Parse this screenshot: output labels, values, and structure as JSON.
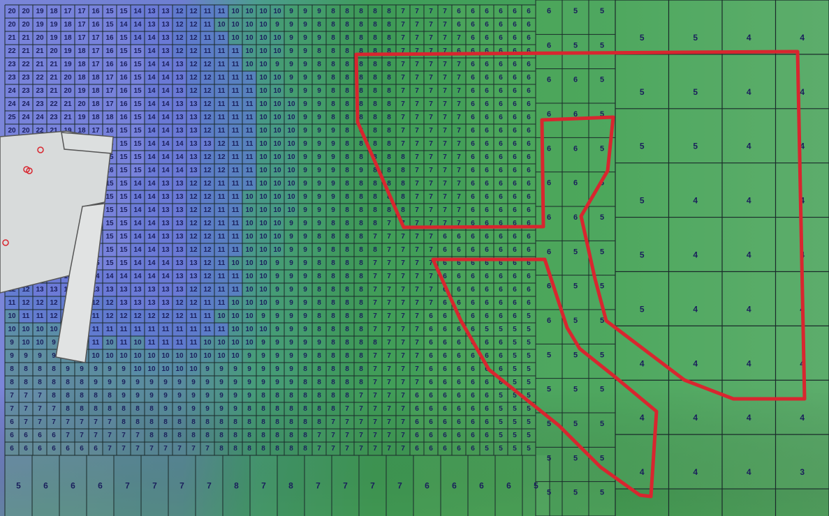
{
  "grid_fine": [
    "20 20 19 18 17 17 16 15 15 14 13 13 12 12 11 11 10 10 10 10 9 9 9 8 8 8 8 8 7 7 7 7 6 6 6 6 6 6",
    "20 20 19 19 18 17 16 15 14 14 13 13 12 12 11 10 10 10 10 9 9 9 8 8 8 8 8 8 7 7 7 7 6 6 6 6 6 6",
    "21 21 20 19 18 17 17 16 15 14 14 13 12 12 11 11 10 10 10 10 9 9 9 8 8 8 8 8 7 7 7 7 7 6 6 6 6 6",
    "22 21 21 20 19 18 17 16 15 15 14 13 12 12 11 11 11 10 10 10 9 9 8 8 8 8 8 8 7 7 7 7 6 6 6 6 6 6",
    "23 22 21 21 19 18 17 16 16 15 14 14 13 12 12 11 11 10 10 9 9 9 8 8 8 8 8 8 7 7 7 7 7 6 6 6 6 6",
    "23 23 22 21 20 18 18 17 16 15 14 14 13 12 12 11 11 11 10 10 9 9 9 8 8 8 8 8 7 7 7 7 7 6 6 6 6 6",
    "24 23 23 21 20 19 18 17 16 15 14 14 13 12 12 11 11 11 10 10 9 9 9 8 8 8 8 8 7 7 7 7 7 6 6 6 6 6",
    "24 24 23 22 21 20 18 17 16 15 14 14 13 13 12 11 11 11 10 10 10 9 9 8 8 8 8 8 7 7 7 7 7 6 6 6 6 6",
    "25 24 24 23 21 19 18 18 16 15 14 14 13 13 12 11 11 11 10 10 10 9 9 8 8 8 8 8 7 7 7 7 7 6 6 6 6 6",
    "20 20 22 21 19 18 17 16 15 15 14 14 13 13 12 11 11 11 10 10 10 9 9 9 8 8 8 8 7 7 7 7 7 6 6 6 6 6",
    "20 20 21 20 19 18 17 16 15 15 14 14 14 13 13 12 11 11 10 10 10 9 9 9 8 8 8 8 7 7 7 7 7 6 6 6 6 6",
    "19 19 20 19 18 17 16 15 15 15 14 14 14 13 12 12 11 11 10 10 10 9 9 9 8 8 8 8 8 7 7 7 7 6 6 6 6 6",
    "19 19 19 18 17 17 16 16 15 15 14 14 14 13 12 12 11 11 10 10 10 9 9 9 8 9 8 8 8 7 7 7 7 6 6 6 6 6",
    "18 18 18 18 17 17 16 15 15 14 14 13 13 12 12 11 11 11 10 10 10 9 9 9 8 8 8 8 8 7 7 7 7 6 6 6 6 6",
    "18 18 18 17 17 16 16 15 15 14 14 13 13 12 12 11 11 10 10 10 10 9 9 9 8 8 8 8 8 7 7 7 7 6 6 6 6 6",
    "17 17 17 17 17 16 16 15 15 14 14 13 13 12 12 11 11 10 10 10 10 9 9 9 8 8 8 8 8 7 7 7 7 6 6 6 6 6",
    "17 17 17 17 17 17 16 15 15 14 14 13 13 12 12 11 11 10 10 10 9 9 9 8 8 8 8 7 7 7 7 7 7 6 6 6 6 6",
    "16 16 16 16 16 16 16 15 15 14 14 13 13 12 12 11 11 10 10 10 9 9 8 8 8 8 7 7 7 7 7 6 6 6 6 6 6 6",
    "15 15 15 15 15 15 15 15 15 14 14 13 13 12 12 11 11 10 10 10 9 9 9 8 8 8 8 7 7 7 7 6 6 6 6 6 6 6",
    "12 14 14 14 14 14 15 15 15 14 14 14 13 13 12 11 10 10 10 9 9 9 8 8 8 8 7 7 7 7 7 6 6 6 6 6 6 6",
    "13 13 14 14 14 14 14 14 14 14 14 14 13 13 12 11 11 10 10 9 9 9 8 8 8 8 7 7 7 7 7 6 6 6 6 6 6 6",
    "12 12 13 13 13 13 13 13 13 13 13 13 13 12 12 11 11 10 10 9 9 9 8 8 8 8 7 7 7 7 7 6 6 6 6 6 6 6",
    "11 12 12 12 12 12 12 12 13 13 13 13 12 12 11 11 10 10 10 9 9 9 8 8 8 8 7 7 7 7 7 6 6 6 6 6 6 6",
    "10 11 11 12 11 11 11 12 12 12 12 12 12 11 11 10 10 10 9 9 9 9 8 8 8 8 7 7 7 7 6 6 6 6 6 6 6 5",
    "10 10 10 10 10 11 11 11 11 11 11 11 11 11 11 11 10 10 10 9 9 9 8 8 8 8 7 7 7 7 6 6 6 6 5 5 5 5",
    "9 10 10 9 9 9 11 10 11 10 11 11 11 11 10 10 10 10 9 9 9 9 9 8 8 8 8 7 7 7 6 6 6 6 6 6 5 5",
    "9 9 9 9 9 8 10 10 10 10 10 10 10 10 10 10 10 9 9 9 9 9 8 8 8 8 7 7 7 7 6 6 6 6 6 6 5 5",
    "8 8 8 8 9 9 9 9 9 10 10 10 10 10 9 9 9 9 9 9 9 8 8 8 8 8 7 7 7 7 6 6 6 6 6 6 5 5",
    "8 8 8 8 8 8 9 9 9 9 9 9 9 9 9 9 9 9 9 9 9 8 8 8 8 8 7 7 7 7 6 6 6 6 6 6 5 5",
    "7 7 7 8 8 8 8 8 9 9 9 9 9 9 9 9 9 9 8 8 8 8 8 8 8 7 7 7 7 6 6 6 6 6 6 5 5 5",
    "7 7 7 7 8 8 8 8 8 8 8 9 9 9 9 9 9 8 8 8 8 8 8 8 7 7 7 7 7 6 6 6 6 6 6 5 5 5",
    "6 7 7 7 7 7 7 7 8 8 8 8 8 8 8 8 8 8 8 8 8 8 8 7 7 7 7 7 7 6 6 6 6 6 6 5 5 5",
    "6 6 6 6 7 7 7 7 7 7 8 8 8 8 8 8 8 8 8 8 8 8 7 7 7 7 7 7 7 6 6 6 6 6 6 5 5 5",
    "6 6 6 6 6 6 6 7 7 7 7 7 7 7 7 8 8 8 8 8 8 8 7 7 7 7 7 7 7 6 6 6 6 6 5 5 5 5"
  ],
  "grid_medium": [
    "6 5 5",
    "6 5 5",
    "6 6 5",
    "6 6 5",
    "6 6 5",
    "6 6 6",
    "6 6 5",
    "6 5 5",
    "6 5 5",
    "6 5 5",
    "5 5 5",
    "5 5 5",
    "5 5 5",
    "5 5 5",
    "5 5 5"
  ],
  "grid_coarse": [
    "5 5 4 4",
    "5 5 4 4",
    "5 5 4 4",
    "5 4 4 4",
    "5 4 4 4",
    "5 4 4 4",
    "4 4 4 4",
    "4 4 4 4",
    "4 4 4 3"
  ],
  "grid_bottom_row": "5 6 6 6 7 7 7 7 8 7 8 7 7 7 7 6 6 6 6 5",
  "colors": {
    "border_red": "#d8262f",
    "grid_line": "#1a2a2a",
    "label_dark": "#1a1f5c",
    "blue_zone": "#6f7fd6",
    "green_zone": "#4fa05a",
    "building_gray": "#d9dcdc"
  },
  "legend_icons": [
    "red-survey-point-icon"
  ]
}
